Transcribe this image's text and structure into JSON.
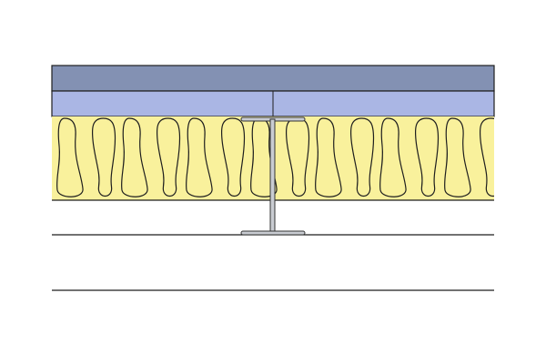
{
  "diagram": {
    "layers": [
      {
        "name": "top-board",
        "color": "#8391b3"
      },
      {
        "name": "second-board",
        "color": "#aab6e4"
      },
      {
        "name": "insulation",
        "color": "#f9f19c"
      },
      {
        "name": "cavity",
        "color": "#ffffff"
      }
    ],
    "stud_color": "#c9ccd2",
    "line_color": "#1e1e1e",
    "insulation_loop_count": 14
  }
}
